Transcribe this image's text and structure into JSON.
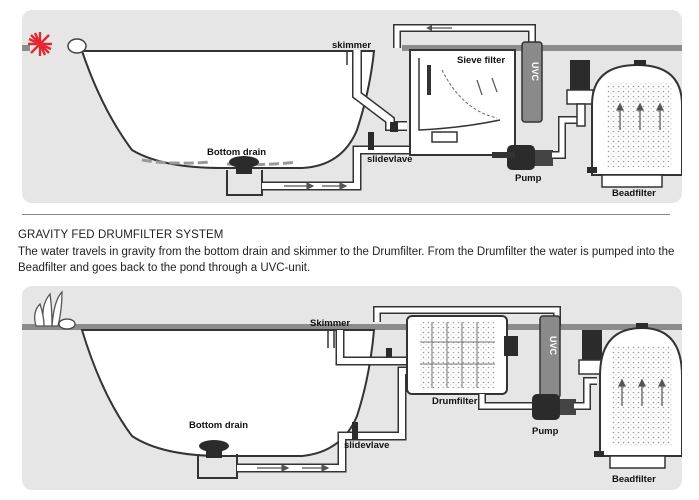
{
  "top_diagram": {
    "labels": {
      "skimmer": "skimmer",
      "sieve_filter": "Sieve filter",
      "uvc": "UVC",
      "bottom_drain": "Bottom drain",
      "slidevlave": "slidevlave",
      "pump": "Pump",
      "beadfilter": "Beadfilter"
    }
  },
  "section": {
    "heading": "GRAVITY FED DRUMFILTER SYSTEM",
    "description": "The water travels in gravity from the bottom drain and skimmer to the Drumfilter. From the Drumfilter the water is pumped into the Beadfilter and goes back to the pond through a UVC-unit."
  },
  "bottom_diagram": {
    "labels": {
      "skimmer": "Skimmer",
      "uvc": "UVC",
      "drumfilter": "Drumfilter",
      "bottom_drain": "Bottom drain",
      "slidevlave": "slidevlave",
      "pump": "Pump",
      "beadfilter": "Beadfilter"
    }
  },
  "colors": {
    "ground": "#e6e6e6",
    "pond": "#ffffff",
    "pipe": "#ffffff",
    "outline": "#333333",
    "equipment_dark": "#2b2b2b",
    "uvc_tube": "#8a8a8a",
    "wall": "#7a7a7a",
    "accent_star": "#e3262f"
  },
  "icons": [
    "star-icon",
    "rock-icon",
    "plant-icon",
    "arrow-icon"
  ]
}
